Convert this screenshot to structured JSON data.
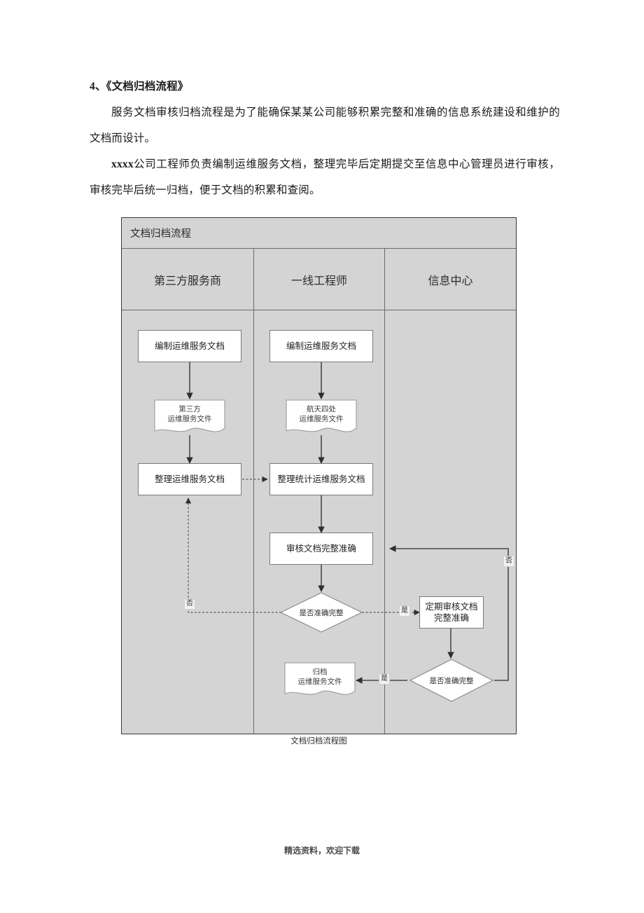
{
  "document": {
    "heading": "4、《文档归档流程》",
    "paragraphs": [
      "服务文档审核归档流程是为了能确保某某公司能够积累完整和准确的信息系统建设和维护的文档而设计。",
      "公司工程师负责编制运维服务文档，整理完毕后定期提交至信息中心管理员进行审核，审核完毕后统一归档，便于文档的积累和查阅。"
    ],
    "paragraph2_prefix": "xxxx",
    "caption": "文档归档流程图",
    "footer": "精选资料，欢迎下载"
  },
  "flowchart": {
    "title": "文档归档流程",
    "lanes": [
      {
        "label": "第三方服务商"
      },
      {
        "label": "一线工程师"
      },
      {
        "label": "信息中心"
      }
    ],
    "nodes": {
      "prepare_doc_vendor": "编制运维服务文档",
      "vendor_file": "第三方\n运维服务文件",
      "vendor_file_line1": "第三方",
      "vendor_file_line2": "运维服务文件",
      "organize_vendor": "整理运维服务文档",
      "prepare_doc_engineer": "编制运维服务文档",
      "engineer_file_line1": "航天四处",
      "engineer_file_line2": "运维服务文件",
      "organize_engineer": "整理统计运维服务文档",
      "review_doc": "审核文档完整准确",
      "decision_first": "是否准确完整",
      "periodic_review": "定期审核文档\n完整准确",
      "periodic_review_line1": "定期审核文档",
      "periodic_review_line2": "完整准确",
      "decision_second": "是否准确完整",
      "archive_file_line1": "归档",
      "archive_file_line2": "运维服务文件"
    },
    "edge_labels": {
      "no_left": "否",
      "yes_right": "是",
      "no_right": "否",
      "yes_bottom": "是"
    },
    "colors": {
      "lane_background": "#d4d4d4",
      "node_fill": "#ffffff",
      "border": "#6b6b6b",
      "connector": "#4a4a4a"
    }
  }
}
